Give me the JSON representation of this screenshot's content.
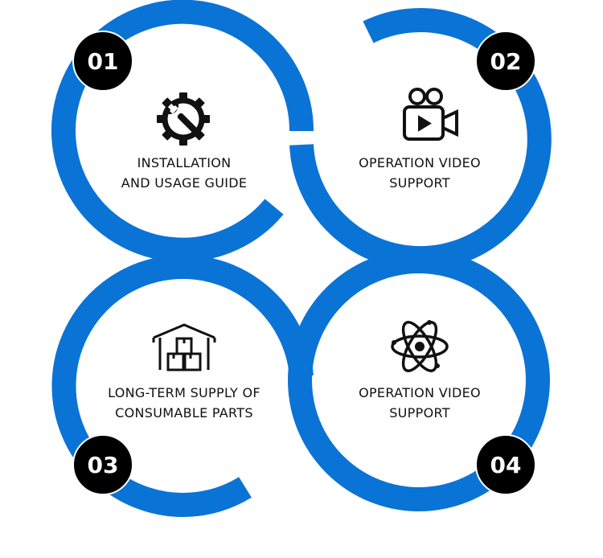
{
  "accent_color": "#0a73d6",
  "items": [
    {
      "number": "01",
      "line1": "INSTALLATION",
      "line2": "AND USAGE GUIDE",
      "icon": "gear-wrench-icon"
    },
    {
      "number": "02",
      "line1": "OPERATION VIDEO",
      "line2": "SUPPORT",
      "icon": "video-camera-icon"
    },
    {
      "number": "03",
      "line1": "LONG-TERM SUPPLY OF",
      "line2": "CONSUMABLE PARTS",
      "icon": "warehouse-icon"
    },
    {
      "number": "04",
      "line1": "OPERATION VIDEO",
      "line2": "SUPPORT",
      "icon": "atom-icon"
    }
  ]
}
